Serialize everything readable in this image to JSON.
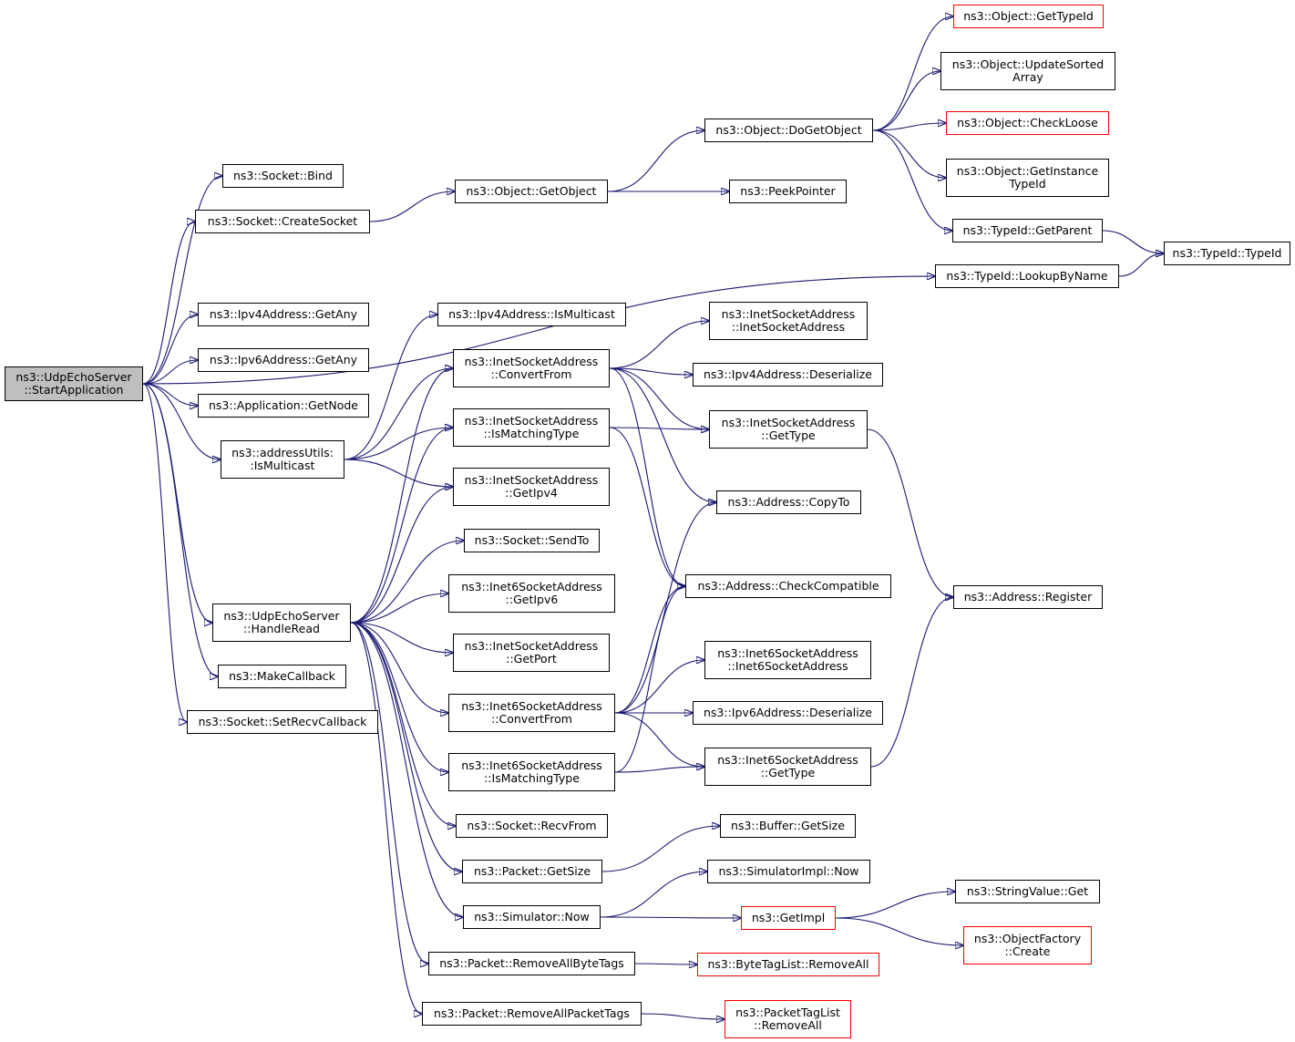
{
  "diagram": {
    "colors": {
      "edge": "#191970",
      "root_fill": "#bfbfbf",
      "node_border": "#000000",
      "incomplete_border": "#ff0000"
    },
    "nodes": [
      {
        "id": "start",
        "label": "ns3::UdpEchoServer\n::StartApplication",
        "style": "root"
      },
      {
        "id": "socket_bind",
        "label": "ns3::Socket::Bind"
      },
      {
        "id": "create_socket",
        "label": "ns3::Socket::CreateSocket"
      },
      {
        "id": "ipv4_getany",
        "label": "ns3::Ipv4Address::GetAny"
      },
      {
        "id": "ipv6_getany",
        "label": "ns3::Ipv6Address::GetAny"
      },
      {
        "id": "app_getnode",
        "label": "ns3::Application::GetNode"
      },
      {
        "id": "addr_ismulticast",
        "label": "ns3::addressUtils:\n:IsMulticast"
      },
      {
        "id": "handleread",
        "label": "ns3::UdpEchoServer\n::HandleRead"
      },
      {
        "id": "makecallback",
        "label": "ns3::MakeCallback"
      },
      {
        "id": "setrecvcb",
        "label": "ns3::Socket::SetRecvCallback"
      },
      {
        "id": "obj_getobject",
        "label": "ns3::Object::GetObject"
      },
      {
        "id": "obj_dogetobject",
        "label": "ns3::Object::DoGetObject"
      },
      {
        "id": "peekpointer",
        "label": "ns3::PeekPointer"
      },
      {
        "id": "obj_gettypeid",
        "label": "ns3::Object::GetTypeId",
        "style": "red"
      },
      {
        "id": "obj_updatesorted",
        "label": "ns3::Object::UpdateSorted\nArray"
      },
      {
        "id": "obj_checkloose",
        "label": "ns3::Object::CheckLoose",
        "style": "red"
      },
      {
        "id": "obj_getinstance",
        "label": "ns3::Object::GetInstance\nTypeId"
      },
      {
        "id": "typeid_getparent",
        "label": "ns3::TypeId::GetParent"
      },
      {
        "id": "typeid_typeid",
        "label": "ns3::TypeId::TypeId"
      },
      {
        "id": "typeid_lookup",
        "label": "ns3::TypeId::LookupByName"
      },
      {
        "id": "ipv4_ismulticast",
        "label": "ns3::Ipv4Address::IsMulticast"
      },
      {
        "id": "inet_convertfrom",
        "label": "ns3::InetSocketAddress\n::ConvertFrom"
      },
      {
        "id": "inet_ismatching",
        "label": "ns3::InetSocketAddress\n::IsMatchingType"
      },
      {
        "id": "inet_getipv4",
        "label": "ns3::InetSocketAddress\n::GetIpv4"
      },
      {
        "id": "socket_sendto",
        "label": "ns3::Socket::SendTo"
      },
      {
        "id": "inet6_getipv6",
        "label": "ns3::Inet6SocketAddress\n::GetIpv6"
      },
      {
        "id": "inet_getport",
        "label": "ns3::InetSocketAddress\n::GetPort"
      },
      {
        "id": "inet6_convertfrom",
        "label": "ns3::Inet6SocketAddress\n::ConvertFrom"
      },
      {
        "id": "inet6_ismatching",
        "label": "ns3::Inet6SocketAddress\n::IsMatchingType"
      },
      {
        "id": "socket_recvfrom",
        "label": "ns3::Socket::RecvFrom"
      },
      {
        "id": "packet_getsize",
        "label": "ns3::Packet::GetSize"
      },
      {
        "id": "simulator_now",
        "label": "ns3::Simulator::Now"
      },
      {
        "id": "packet_rmbytetags",
        "label": "ns3::Packet::RemoveAllByteTags"
      },
      {
        "id": "packet_rmpackettags",
        "label": "ns3::Packet::RemoveAllPacketTags"
      },
      {
        "id": "inet_ctor",
        "label": "ns3::InetSocketAddress\n::InetSocketAddress"
      },
      {
        "id": "ipv4_deserialize",
        "label": "ns3::Ipv4Address::Deserialize"
      },
      {
        "id": "inet_gettype",
        "label": "ns3::InetSocketAddress\n::GetType"
      },
      {
        "id": "address_copyto",
        "label": "ns3::Address::CopyTo"
      },
      {
        "id": "address_checkcompat",
        "label": "ns3::Address::CheckCompatible"
      },
      {
        "id": "inet6_ctor",
        "label": "ns3::Inet6SocketAddress\n::Inet6SocketAddress"
      },
      {
        "id": "ipv6_deserialize",
        "label": "ns3::Ipv6Address::Deserialize"
      },
      {
        "id": "inet6_gettype",
        "label": "ns3::Inet6SocketAddress\n::GetType"
      },
      {
        "id": "buffer_getsize",
        "label": "ns3::Buffer::GetSize"
      },
      {
        "id": "simimpl_now",
        "label": "ns3::SimulatorImpl::Now"
      },
      {
        "id": "getimpl",
        "label": "ns3::GetImpl",
        "style": "red"
      },
      {
        "id": "bytetaglist_rmall",
        "label": "ns3::ByteTagList::RemoveAll",
        "style": "red"
      },
      {
        "id": "packettaglist_rmall",
        "label": "ns3::PacketTagList\n::RemoveAll",
        "style": "red"
      },
      {
        "id": "address_register",
        "label": "ns3::Address::Register"
      },
      {
        "id": "stringvalue_get",
        "label": "ns3::StringValue::Get"
      },
      {
        "id": "objfactory_create",
        "label": "ns3::ObjectFactory\n::Create",
        "style": "red"
      }
    ],
    "edges": [
      [
        "start",
        "socket_bind"
      ],
      [
        "start",
        "create_socket"
      ],
      [
        "start",
        "typeid_lookup"
      ],
      [
        "start",
        "ipv4_getany"
      ],
      [
        "start",
        "ipv6_getany"
      ],
      [
        "start",
        "app_getnode"
      ],
      [
        "start",
        "addr_ismulticast"
      ],
      [
        "start",
        "handleread"
      ],
      [
        "start",
        "makecallback"
      ],
      [
        "start",
        "setrecvcb"
      ],
      [
        "create_socket",
        "obj_getobject"
      ],
      [
        "obj_getobject",
        "obj_dogetobject"
      ],
      [
        "obj_getobject",
        "peekpointer"
      ],
      [
        "obj_dogetobject",
        "obj_gettypeid"
      ],
      [
        "obj_dogetobject",
        "obj_updatesorted"
      ],
      [
        "obj_dogetobject",
        "obj_checkloose"
      ],
      [
        "obj_dogetobject",
        "obj_getinstance"
      ],
      [
        "obj_dogetobject",
        "typeid_getparent"
      ],
      [
        "typeid_getparent",
        "typeid_typeid"
      ],
      [
        "typeid_lookup",
        "typeid_typeid"
      ],
      [
        "addr_ismulticast",
        "ipv4_ismulticast"
      ],
      [
        "addr_ismulticast",
        "inet_convertfrom"
      ],
      [
        "addr_ismulticast",
        "inet_ismatching"
      ],
      [
        "addr_ismulticast",
        "inet_getipv4"
      ],
      [
        "handleread",
        "inet_convertfrom"
      ],
      [
        "handleread",
        "inet_ismatching"
      ],
      [
        "handleread",
        "inet_getipv4"
      ],
      [
        "handleread",
        "socket_sendto"
      ],
      [
        "handleread",
        "inet6_getipv6"
      ],
      [
        "handleread",
        "inet_getport"
      ],
      [
        "handleread",
        "inet6_convertfrom"
      ],
      [
        "handleread",
        "inet6_ismatching"
      ],
      [
        "handleread",
        "socket_recvfrom"
      ],
      [
        "handleread",
        "packet_getsize"
      ],
      [
        "handleread",
        "simulator_now"
      ],
      [
        "handleread",
        "packet_rmbytetags"
      ],
      [
        "handleread",
        "packet_rmpackettags"
      ],
      [
        "inet_convertfrom",
        "inet_ctor"
      ],
      [
        "inet_convertfrom",
        "ipv4_deserialize"
      ],
      [
        "inet_convertfrom",
        "inet_gettype"
      ],
      [
        "inet_convertfrom",
        "address_copyto"
      ],
      [
        "inet_convertfrom",
        "address_checkcompat"
      ],
      [
        "inet_ismatching",
        "inet_gettype"
      ],
      [
        "inet_ismatching",
        "address_checkcompat"
      ],
      [
        "inet_gettype",
        "address_register"
      ],
      [
        "inet6_convertfrom",
        "address_copyto"
      ],
      [
        "inet6_convertfrom",
        "address_checkcompat"
      ],
      [
        "inet6_convertfrom",
        "inet6_ctor"
      ],
      [
        "inet6_convertfrom",
        "ipv6_deserialize"
      ],
      [
        "inet6_convertfrom",
        "inet6_gettype"
      ],
      [
        "inet6_ismatching",
        "address_checkcompat"
      ],
      [
        "inet6_ismatching",
        "inet6_gettype"
      ],
      [
        "inet6_gettype",
        "address_register"
      ],
      [
        "packet_getsize",
        "buffer_getsize"
      ],
      [
        "simulator_now",
        "simimpl_now"
      ],
      [
        "simulator_now",
        "getimpl"
      ],
      [
        "getimpl",
        "stringvalue_get"
      ],
      [
        "getimpl",
        "objfactory_create"
      ],
      [
        "packet_rmbytetags",
        "bytetaglist_rmall"
      ],
      [
        "packet_rmpackettags",
        "packettaglist_rmall"
      ]
    ]
  }
}
